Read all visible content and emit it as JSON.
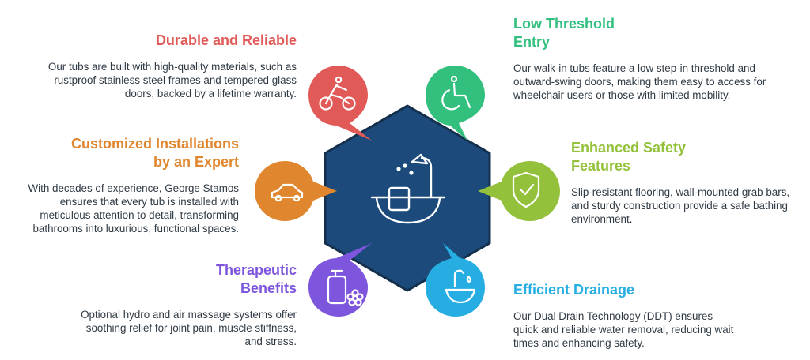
{
  "colors": {
    "hub": "#1b4a7b",
    "hub_stroke": "#142f4c",
    "durable": "#e15a58",
    "threshold": "#33c07f",
    "custom": "#e0862e",
    "safety": "#93c13b",
    "therapeutic": "#7e56de",
    "drainage": "#26aee3"
  },
  "center_icon": "bathtub-shower-icon",
  "items": [
    {
      "key": "durable",
      "title": "Durable and Reliable",
      "description": "Our tubs are built with high-quality materials, such as rustproof stainless steel frames and tempered glass doors, backed by a lifetime warranty.",
      "icon": "cyclist-icon"
    },
    {
      "key": "threshold",
      "title": "Low Threshold\nEntry",
      "description": "Our walk-in tubs feature a low step-in threshold and outward-swing doors, making them easy to access for wheelchair users or those with limited mobility.",
      "icon": "wheelchair-icon"
    },
    {
      "key": "custom",
      "title": "Customized Installations\nby an Expert",
      "description": "With decades of experience, George Stamos ensures that every tub is installed with meticulous attention to detail, transforming bathrooms into luxurious, functional spaces.",
      "icon": "car-icon"
    },
    {
      "key": "safety",
      "title": "Enhanced Safety\nFeatures",
      "description": "Slip-resistant flooring, wall-mounted grab bars, and sturdy construction provide a safe bathing environment.",
      "icon": "shield-check-icon"
    },
    {
      "key": "therapeutic",
      "title": "Therapeutic\nBenefits",
      "description": "Optional hydro and air massage systems offer soothing relief for joint pain, muscle stiffness, and stress.",
      "icon": "lotion-flower-icon"
    },
    {
      "key": "drainage",
      "title": "Efficient Drainage",
      "description": "Our Dual Drain Technology (DDT) ensures quick and reliable water removal, reducing wait times and enhancing safety.",
      "icon": "faucet-sink-icon"
    }
  ]
}
